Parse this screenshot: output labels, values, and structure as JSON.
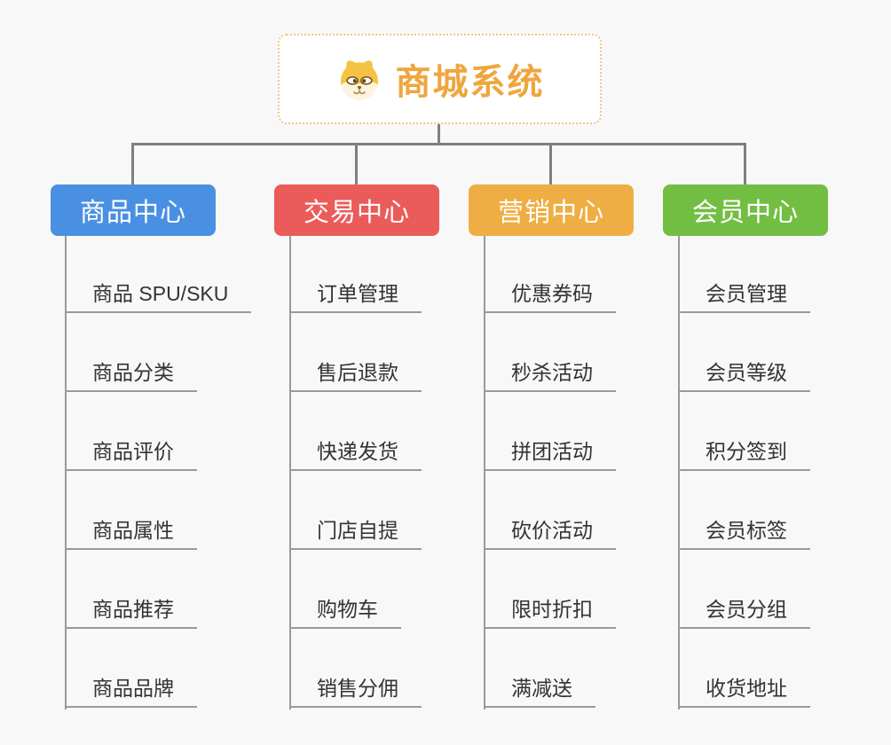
{
  "root": {
    "title": "商城系统",
    "icon": "dog-face-icon",
    "border_color": "#f2c585",
    "title_color": "#efa63e"
  },
  "branches": [
    {
      "label": "商品中心",
      "color": "#4a90e2",
      "children": [
        "商品 SPU/SKU",
        "商品分类",
        "商品评价",
        "商品属性",
        "商品推荐",
        "商品品牌"
      ]
    },
    {
      "label": "交易中心",
      "color": "#e95c5a",
      "children": [
        "订单管理",
        "售后退款",
        "快递发货",
        "门店自提",
        "购物车",
        "销售分佣"
      ]
    },
    {
      "label": "营销中心",
      "color": "#efae43",
      "children": [
        "优惠券码",
        "秒杀活动",
        "拼团活动",
        "砍价活动",
        "限时折扣",
        "满减送"
      ]
    },
    {
      "label": "会员中心",
      "color": "#72be43",
      "children": [
        "会员管理",
        "会员等级",
        "积分签到",
        "会员标签",
        "会员分组",
        "收货地址"
      ]
    }
  ],
  "colors": {
    "background": "#f8f8f8",
    "connector": "#7f7f7f",
    "leaf_line": "#9a9a9a",
    "leaf_text": "#333333"
  }
}
